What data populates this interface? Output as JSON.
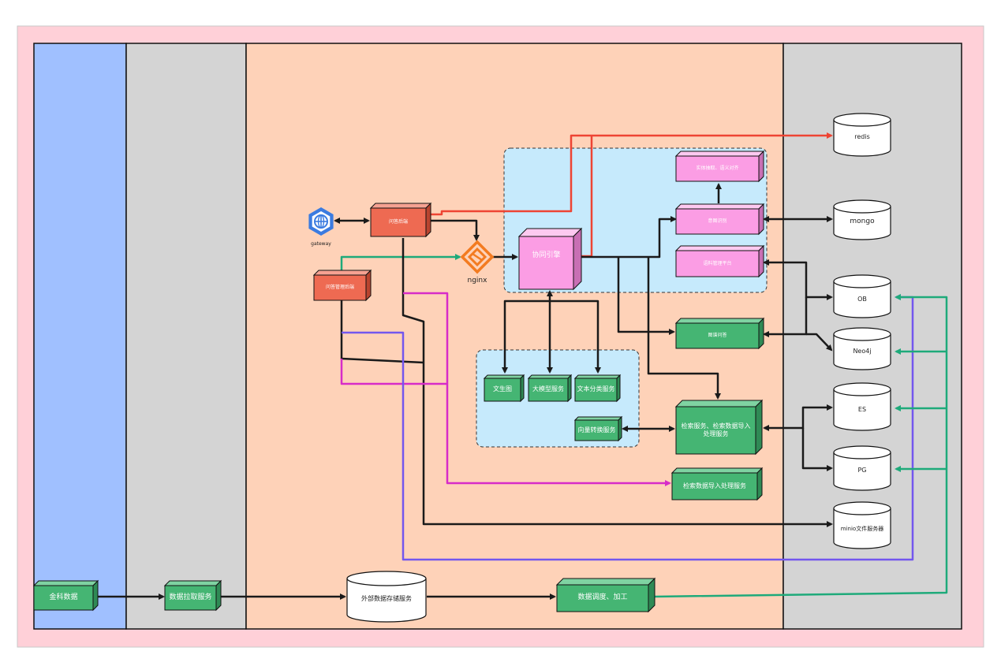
{
  "colors": {
    "outer_bg": "#ffd0d8",
    "lane_blue": "#a0c0ff",
    "lane_gray": "#d4d4d4",
    "lane_peach": "#fed2b8",
    "group_blue": "#c6eafc",
    "green": "#45b573",
    "pink": "#fb9de4",
    "red": "#ee6a52",
    "orange": "#f37b20",
    "gateway_blue": "#3b7be0",
    "line_black": "#1a1a1a",
    "line_red": "#ee4433",
    "line_green": "#1eaa7a",
    "line_magenta": "#d72cc8",
    "line_purple": "#7357ee"
  },
  "nodes": {
    "jinke": "金科数据",
    "pull": "数据拉取服务",
    "ext_storage": "外部数据存储服务",
    "dispatch": "数据调度、加工",
    "qa_backend": "问答后端",
    "qa_admin": "问答管理后端",
    "gateway": "gateway",
    "nginx": "nginx",
    "engine": "协同引擎",
    "entity": "实体抽取、语义对齐",
    "intent": "意图识别",
    "corpus": "语料管理平台",
    "graph_qa": "图谱问答",
    "wenshengtu": "文生图",
    "llm": "大模型服务",
    "classify": "文本分类服务",
    "vector": "向量转换服务",
    "search": "检索服务、检索数据导入处理服务",
    "search_import": "检索数据导入处理服务",
    "redis": "redis",
    "mongo": "mongo",
    "ob": "OB",
    "neo4j": "Neo4j",
    "es": "ES",
    "pg": "PG",
    "minio": "minio文件服务器"
  }
}
